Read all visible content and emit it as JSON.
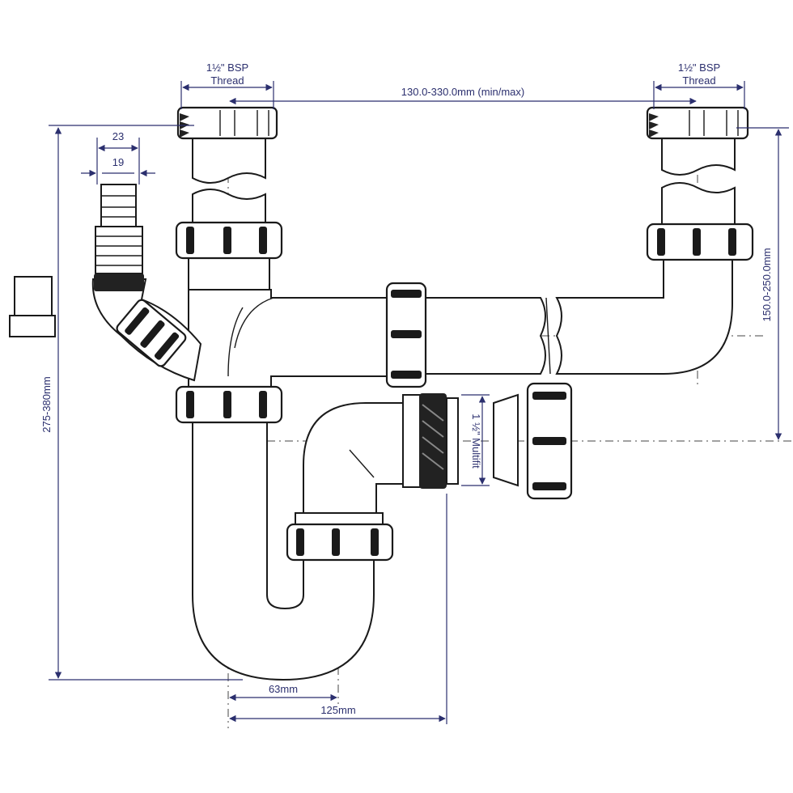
{
  "labels": {
    "bsp_left_line1": "1½\" BSP",
    "bsp_left_line2": "Thread",
    "bsp_right_line1": "1½\" BSP",
    "bsp_right_line2": "Thread",
    "span": "130.0-330.0mm (min/max)",
    "hose_outer": "23",
    "hose_inner": "19",
    "height_total": "275-380mm",
    "height_right": "150.0-250.0mm",
    "multifit": "1 ½\" Multifit",
    "offset_63": "63mm",
    "offset_125": "125mm"
  },
  "colors": {
    "dimension": "#2b2f6e",
    "outline": "#1a1a1a"
  }
}
